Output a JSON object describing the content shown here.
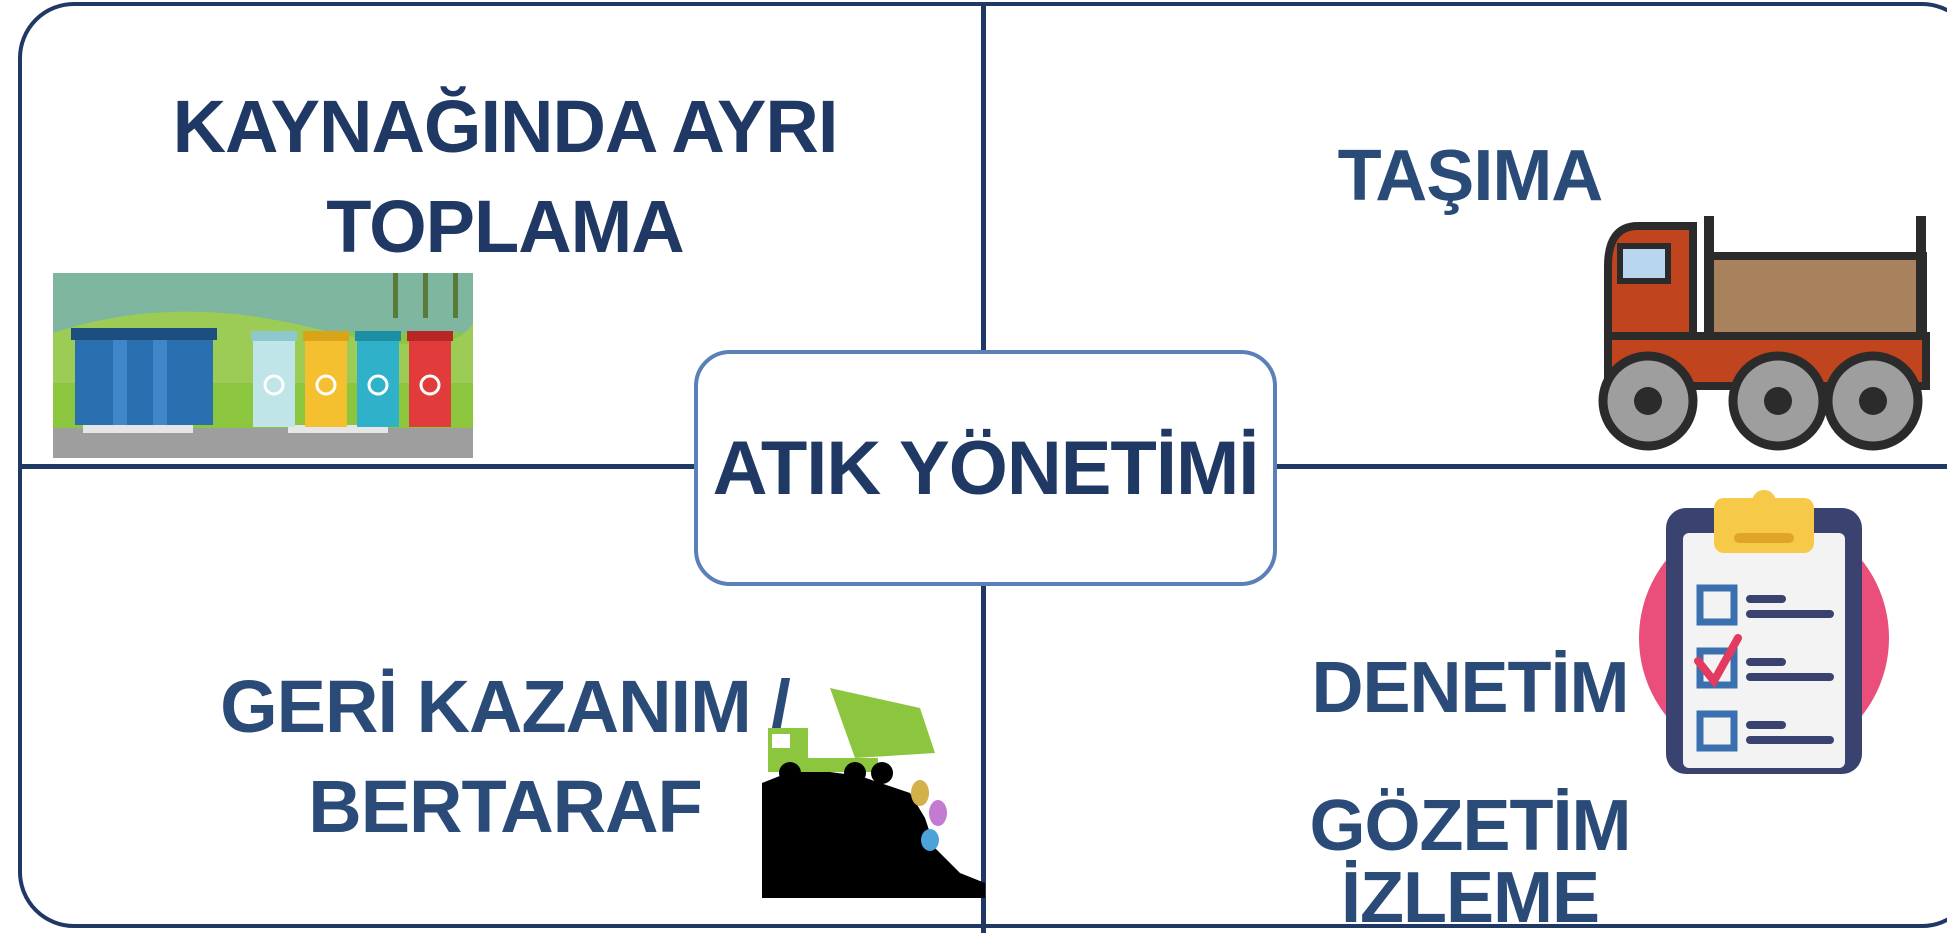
{
  "center": {
    "title": "ATIK YÖNETİMİ"
  },
  "quadrants": {
    "top_left": {
      "line1": "KAYNAĞINDA AYRI",
      "line2": "TOPLAMA",
      "icon": "recycling-bins-icon"
    },
    "top_right": {
      "title": "TAŞIMA",
      "icon": "truck-icon"
    },
    "bottom_left": {
      "line1": "GERİ KAZANIM /",
      "line2": "BERTARAF",
      "icon": "dump-truck-landfill-icon"
    },
    "bottom_right": {
      "line1": "DENETİM",
      "line2": "GÖZETİM İZLEME",
      "icon": "checklist-clipboard-icon"
    }
  },
  "colors": {
    "border": "#1f3864",
    "text": "#203864",
    "center_border": "#5b7fb8"
  }
}
